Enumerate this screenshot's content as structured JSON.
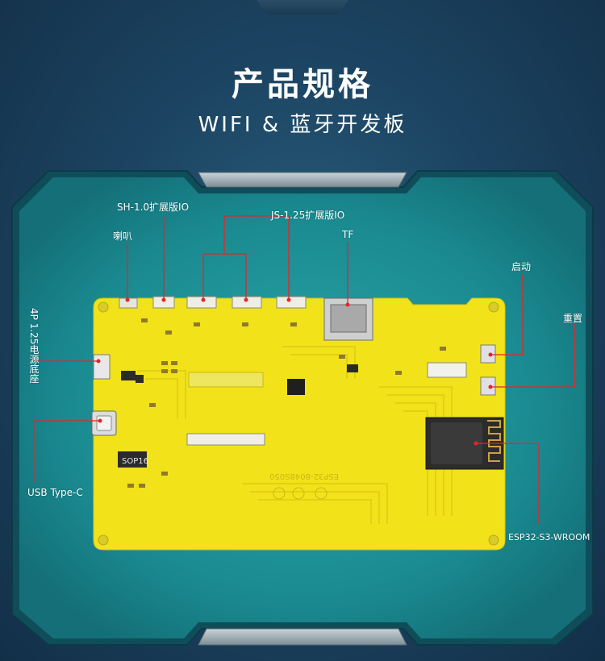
{
  "header": {
    "title": "产品规格",
    "subtitle": "WIFI & 蓝牙开发板"
  },
  "labels": {
    "sh_io": "SH-1.0扩展版IO",
    "speaker": "喇叭",
    "js_io": "JS-1.25扩展版IO",
    "tf": "TF",
    "power_4p": "4P 1.25电源底座",
    "start": "启动",
    "reset": "重置",
    "usb": "USB Type-C",
    "module": "ESP32-S3-WROOM"
  },
  "pcb_text": {
    "chip_label": "SOP16",
    "board_model": "ESP32-8048S050"
  },
  "colors": {
    "board": "#f2e21a",
    "frame": "#1f8f96",
    "leader": "#e3262b",
    "background": "#183a55"
  }
}
